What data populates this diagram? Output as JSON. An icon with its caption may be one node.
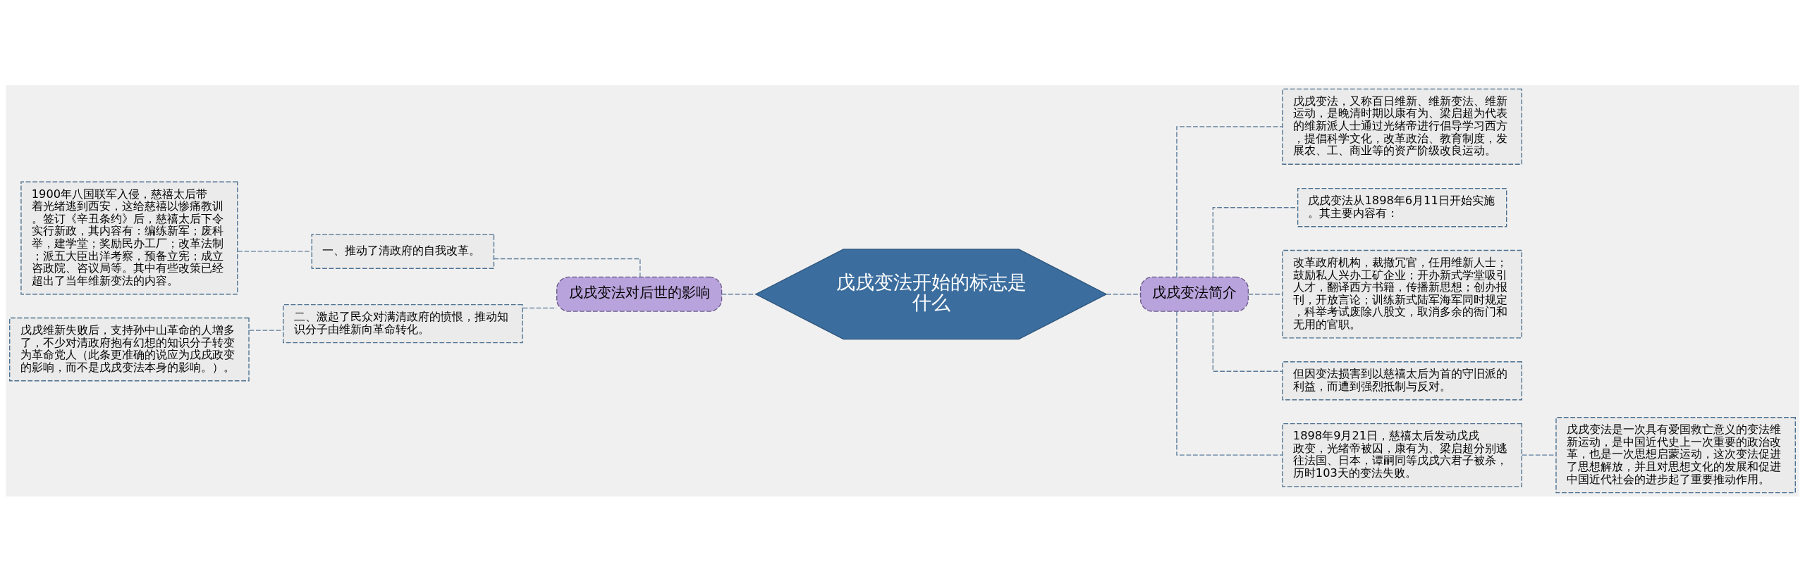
{
  "diagram": {
    "nodes": [
      {
        "text": [
          "戊戌变法开始的标志是什么"
        ]
      },
      {
        "text": [
          "戊戌变法对后世的影响"
        ]
      },
      {
        "text": [
          "一、推动了清政府的自我改革。"
        ]
      },
      {
        "text": [
          "1900年八国联军入侵，慈禧太后带着光绪逃到西安，这给慈禧以惨痛教训。签订《辛丑条约》后，慈禧太后下令实行新政，其内容有：编练新军；废科举，建学堂；奖励民办工厂；改革法制；派五大臣出洋考察，预备立宪；成立咨政院、咨议局等。其中有些改策已经超出了当年维新变法的内容。"
        ]
      },
      {
        "text": [
          "二、激起了民众对满清政府的愤恨，推动知识分子由维新向革命转化。"
        ]
      },
      {
        "text": [
          "戊戌维新失败后，支持孙中山革命的人增多了，不少对清政府抱有幻想的知识分子转变为革命党人（此条更准确的说应为戊戌政变的影响，而不是戊戌变法本身的影响。）。"
        ]
      },
      {
        "text": [
          "戊戌变法简介"
        ]
      },
      {
        "text": [
          "戊戌变法，又称百日维新、维新变法、维新运动，是晚清时期以康有为、梁启超为代表的维新派人士通过光绪帝进行倡导学习西方，提倡科学文化，改革政治、教育制度，发展农、工、商业等的资产阶级改良运动。"
        ]
      },
      {
        "text": [
          "戊戌变法从1898年6月11日开始实施。其主要内容有："
        ]
      },
      {
        "text": [
          "改革政府机构，裁撤冗官，任用维新人士；鼓励私人兴办工矿企业；开办新式学堂吸引人才，翻译西方书籍，传播新思想；创办报刊，开放言论；训练新式陆军海军同时规定，科举考试废除八股文，取消多余的衙门和无用的官职。"
        ]
      },
      {
        "text": [
          "但因变法损害到以慈禧太后为首的守旧派的利益，而遭到强烈抵制与反对。"
        ]
      },
      {
        "text": [
          "1898年9月21日，慈禧太后发动戊戌政变，光绪帝被囚，康有为、梁启超分别逃往法国、日本，谭嗣同等戊戌六君子被杀，历时103天的变法失败。"
        ]
      },
      {
        "text": [
          "戊戌变法是一次具有爱国救亡意义的变法维新运动，是中国近代史上一次重要的政治改革，也是一次思想启蒙运动，这次变法促进了思想解放，并且对思想文化的发展和促进中国近代社会的进步起了重要推动作用。"
        ]
      }
    ],
    "edges": [
      {
        "from": 0,
        "to": 1,
        "arrow": "none"
      },
      {
        "from": 1,
        "to": 2,
        "arrow": "none"
      },
      {
        "from": 2,
        "to": 3,
        "arrow": "none"
      },
      {
        "from": 1,
        "to": 4,
        "arrow": "none"
      },
      {
        "from": 4,
        "to": 5,
        "arrow": "none"
      },
      {
        "from": 0,
        "to": 6,
        "arrow": "none"
      },
      {
        "from": 6,
        "to": 7,
        "arrow": "none"
      },
      {
        "from": 6,
        "to": 8,
        "arrow": "none"
      },
      {
        "from": 6,
        "to": 9,
        "arrow": "none"
      },
      {
        "from": 6,
        "to": 10,
        "arrow": "none"
      },
      {
        "from": 6,
        "to": 11,
        "arrow": "none"
      },
      {
        "from": 11,
        "to": 12,
        "arrow": "none"
      }
    ]
  }
}
